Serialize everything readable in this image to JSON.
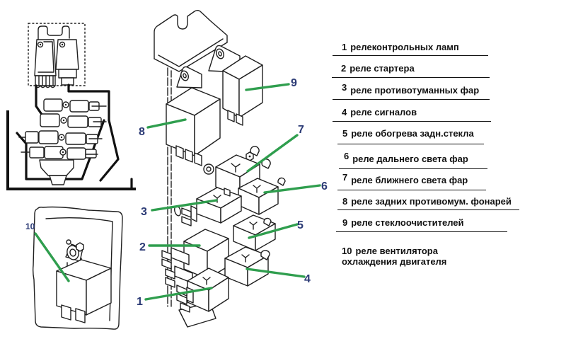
{
  "colors": {
    "callout_number": "#2b3a75",
    "leader_line": "#2f9e4e",
    "ink": "#1f1f1f"
  },
  "callouts": [
    {
      "label": "1"
    },
    {
      "label": "2"
    },
    {
      "label": "3"
    },
    {
      "label": "4"
    },
    {
      "label": "5"
    },
    {
      "label": "6"
    },
    {
      "label": "7"
    },
    {
      "label": "8"
    },
    {
      "label": "9"
    },
    {
      "label": "10"
    }
  ],
  "legend": {
    "items": [
      {
        "num": "1",
        "text": "релеконтрольных ламп",
        "sup": false
      },
      {
        "num": "2",
        "text": "реле стартера",
        "sup": false
      },
      {
        "num": "3",
        "text": "реле противотуманных фар",
        "sup": true
      },
      {
        "num": "4",
        "text": "реле сигналов",
        "sup": false
      },
      {
        "num": "5",
        "text": "реле обогрева задн.стекла",
        "sup": false
      },
      {
        "num": "6",
        "text": "реле дальнего света фар",
        "sup": true
      },
      {
        "num": "7",
        "text": "реле ближнего света фар",
        "sup": true
      },
      {
        "num": "8",
        "text": "реле задних противомум. фонарей",
        "sup": false
      },
      {
        "num": "9",
        "text": "реле стеклоочистителей",
        "sup": false
      },
      {
        "num": "10",
        "text": "реле вентилятора охлаждения двигателя",
        "sup": false
      }
    ]
  }
}
